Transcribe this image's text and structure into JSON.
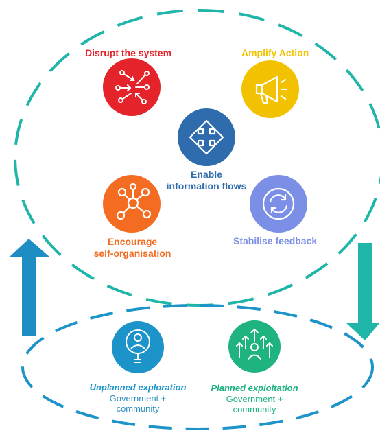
{
  "nodes": {
    "disrupt": {
      "label": "Disrupt the system",
      "color": "#e4232a",
      "icon": "scatter-arrows-icon"
    },
    "amplify": {
      "label": "Amplify Action",
      "color": "#f2c200",
      "icon": "megaphone-icon"
    },
    "enable": {
      "line1": "Enable",
      "line2": "information flows",
      "color": "#2e6cad",
      "icon": "four-way-arrows-icon"
    },
    "encourage": {
      "line1": "Encourage",
      "line2": "self-organisation",
      "color": "#f36c21",
      "icon": "network-hub-icon"
    },
    "stabilise": {
      "label": "Stabilise feedback",
      "color": "#7b8fe6",
      "icon": "cycle-arrows-icon"
    }
  },
  "bottom": {
    "exploration": {
      "title": "Unplanned exploration",
      "line1": "Government +",
      "line2": "community",
      "color": "#1d94c9",
      "icon": "person-magnifier-icon"
    },
    "exploitation": {
      "title": "Planned exploitation",
      "line1": "Government +",
      "line2": "community",
      "color": "#1eb37f",
      "icon": "person-growth-arrows-icon"
    }
  },
  "colors": {
    "dash": "#1fb5a9",
    "up_arrow": "#1e8dc4",
    "down_arrow": "#1fb5a9"
  }
}
